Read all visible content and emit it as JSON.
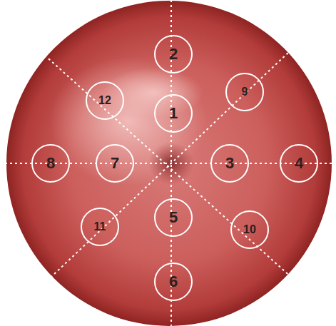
{
  "diagram": {
    "nodes": [
      {
        "text": [
          "2"
        ]
      },
      {
        "text": [
          "12"
        ]
      },
      {
        "text": [
          "1"
        ]
      },
      {
        "text": [
          "9"
        ]
      },
      {
        "text": [
          "8"
        ]
      },
      {
        "text": [
          "7"
        ]
      },
      {
        "text": [
          "3"
        ]
      },
      {
        "text": [
          "4"
        ]
      },
      {
        "text": [
          "11"
        ]
      },
      {
        "text": [
          "5"
        ]
      },
      {
        "text": [
          "10"
        ]
      },
      {
        "text": [
          "6"
        ]
      }
    ]
  }
}
